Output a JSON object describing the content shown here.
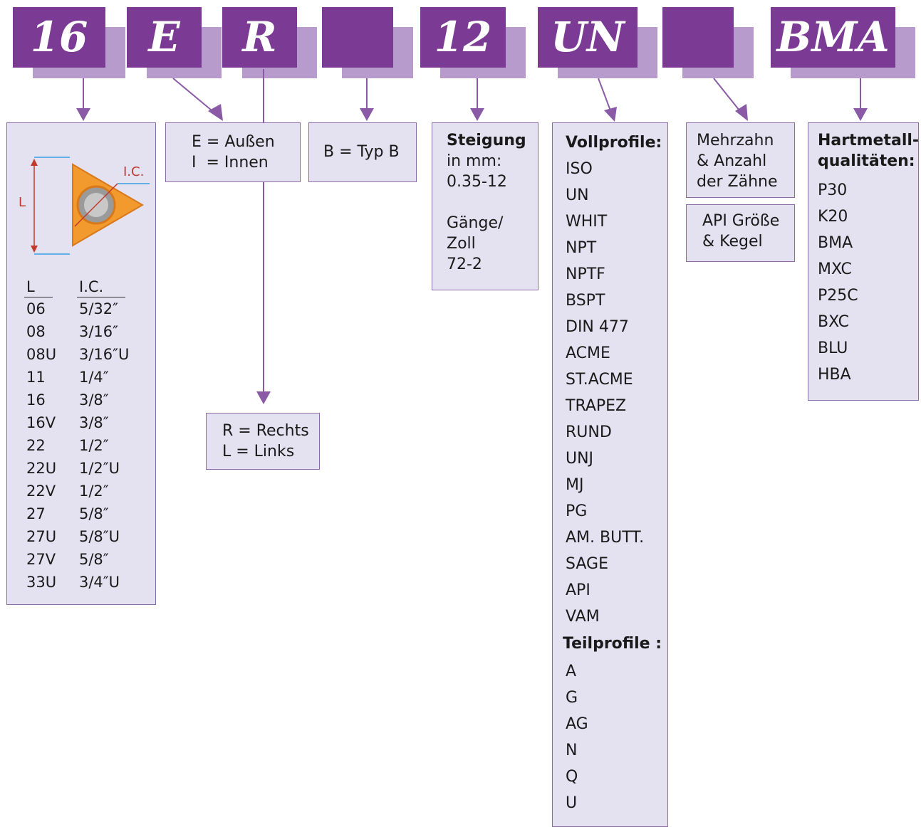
{
  "codes": [
    "16",
    "E",
    "R",
    "",
    "12",
    "UN",
    "",
    "BMA"
  ],
  "colors": {
    "code_bg": "#7b3b94",
    "code_shadow": "#b79bcd",
    "box_bg": "#e4e2f0",
    "box_border": "#8d6ba6",
    "insert_orange": "#f29a2e",
    "dim_red": "#c0392b",
    "dim_blue": "#3aa0e0"
  },
  "size_box": {
    "diagram": {
      "l_label": "L",
      "ic_label": "I.C."
    },
    "header_l": "L",
    "header_ic": "I.C.",
    "rows": [
      [
        "06",
        "5/32″"
      ],
      [
        "08",
        "3/16″"
      ],
      [
        "08U",
        "3/16″U"
      ],
      [
        "11",
        "1/4″"
      ],
      [
        "16",
        "3/8″"
      ],
      [
        "16V",
        "3/8″"
      ],
      [
        "22",
        "1/2″"
      ],
      [
        "22U",
        "1/2″U"
      ],
      [
        "22V",
        "1/2″"
      ],
      [
        "27",
        "5/8″"
      ],
      [
        "27U",
        "5/8″U"
      ],
      [
        "27V",
        "5/8″"
      ],
      [
        "33U",
        "3/4″U"
      ]
    ]
  },
  "ei_box": {
    "line1": "E = Außen",
    "line2": "I  = Innen"
  },
  "rl_box": {
    "line1": "R = Rechts",
    "line2": "L = Links"
  },
  "b_box": {
    "text": "B = Typ B"
  },
  "pitch_box": {
    "title": "Steigung",
    "line1": "in mm:",
    "line2": "0.35-12",
    "line3": "Gänge/",
    "line4": "Zoll",
    "line5": "72-2"
  },
  "profile_box": {
    "full_title": "Vollprofile:",
    "full": [
      "ISO",
      "UN",
      "WHIT",
      "NPT",
      "NPTF",
      "BSPT",
      "DIN 477",
      "ACME",
      "ST.ACME",
      "TRAPEZ",
      "RUND",
      "UNJ",
      "MJ",
      "PG",
      "AM. BUTT.",
      "SAGE",
      "API",
      "VAM"
    ],
    "partial_title": "Teilprofile :",
    "partial": [
      "A",
      "G",
      "AG",
      "N",
      "Q",
      "U"
    ]
  },
  "multi_box": {
    "line1": "Mehrzahn",
    "line2": "& Anzahl",
    "line3": "der Zähne"
  },
  "api_box": {
    "line1": "API Größe",
    "line2": "& Kegel"
  },
  "grade_box": {
    "title1": "Hartmetall-",
    "title2": "qualitäten:",
    "grades": [
      "P30",
      "K20",
      "BMA",
      "MXC",
      "P25C",
      "BXC",
      "BLU",
      "HBA"
    ]
  }
}
